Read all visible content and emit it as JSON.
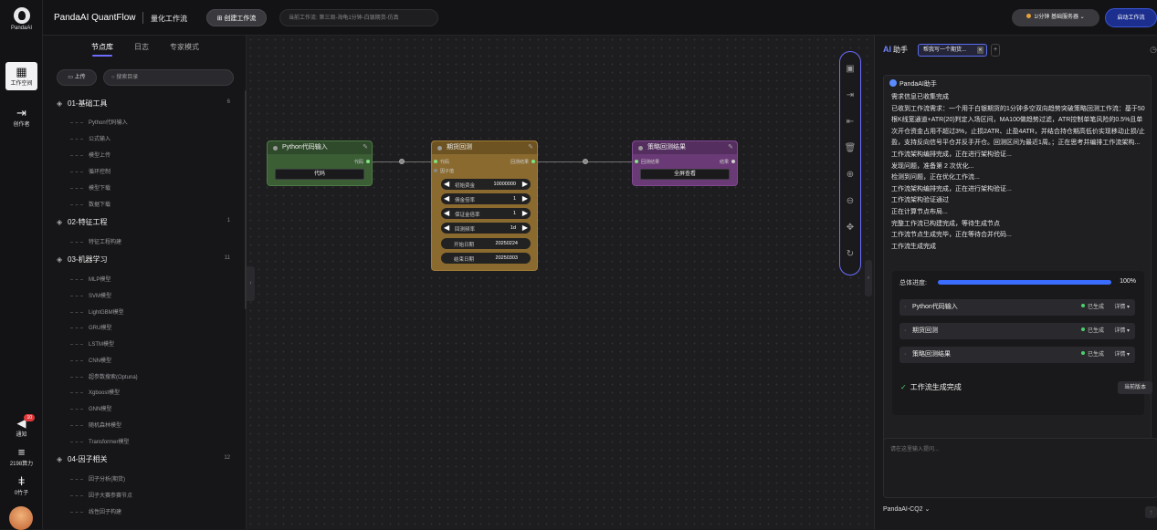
{
  "rail": {
    "logo": "PandaAI",
    "workspace": "工作空间",
    "creator": "创作者",
    "notify": "通知",
    "notify_badge": "10",
    "compute": "2198算力",
    "bamboo": "0竹子"
  },
  "header": {
    "brand": "PandaAI QuantFlow",
    "section": "量化工作流",
    "create": "创建工作流",
    "current_label": "当前工作流:",
    "current_name": "第三周-海龟1分钟-白银期货-仿真",
    "server": "1/分钟 基础服务器",
    "run": "启动工作流"
  },
  "sidebar": {
    "tabs": [
      "节点库",
      "日志",
      "专家模式"
    ],
    "upload": "上传",
    "search_placeholder": "搜索目录",
    "categories": [
      {
        "name": "01-基础工具",
        "count": "6",
        "items": [
          "Python代码输入",
          "公式输入",
          "模型上传",
          "循环控制",
          "模型下载",
          "数据下载"
        ]
      },
      {
        "name": "02-特征工程",
        "count": "1",
        "items": [
          "特征工程构建"
        ]
      },
      {
        "name": "03-机器学习",
        "count": "11",
        "items": [
          "MLP模型",
          "SVM模型",
          "LightGBM模型",
          "GRU模型",
          "LSTM模型",
          "CNN模型",
          "超参数搜索(Optuna)",
          "Xgboost模型",
          "GNN模型",
          "随机森林模型",
          "Transformer模型"
        ]
      },
      {
        "name": "04-因子相关",
        "count": "12",
        "items": [
          "因子分析(期货)",
          "因子大赛参赛节点",
          "线性因子构建"
        ]
      }
    ]
  },
  "nodes": {
    "python": {
      "title": "Python代码输入",
      "out": "代码",
      "button": "代码"
    },
    "backtest": {
      "title": "期货回测",
      "in1": "代码",
      "in2": "因子值",
      "out": "回测结果",
      "params": [
        {
          "label": "初始资金",
          "value": "10000000"
        },
        {
          "label": "佣金倍率",
          "value": "1"
        },
        {
          "label": "保证金倍率",
          "value": "1"
        },
        {
          "label": "回测频率",
          "value": "1d"
        },
        {
          "label": "开始日期",
          "value": "20250224"
        },
        {
          "label": "结束日期",
          "value": "20250303"
        }
      ]
    },
    "result": {
      "title": "策略回测结果",
      "in": "回测结果",
      "out": "结果",
      "button": "全屏查看"
    }
  },
  "ai": {
    "title": "助手",
    "tab": "帮我写一个期货...",
    "sender": "PandaAI助手",
    "lines": [
      "需求信息已收集完成",
      "已收到工作流需求：一个用于白银期货的1分钟多空双向趋势突破策略回测工作流：基于50根K线宽通道+ATR(20)判定入场区间，MA100做趋势过滤，ATR控制单笔风险的0.5%且单次开仓资金占用不超过3%，止损2ATR、止盈4ATR，并结合持仓期高低价实现移动止损/止盈，支持反向信号平仓并反手开仓。回测区间为最近1周。；正在思考并编排工作流架构...",
      "工作流架构编排完成，正在进行架构验证...",
      "发现问题，准备第 2 次优化...",
      "检测到问题，正在优化工作流...",
      "工作流架构编排完成，正在进行架构验证...",
      "工作流架构验证通过",
      "正在计算节点布局...",
      "完整工作流已构建完成，等待生成节点",
      "工作流节点生成完毕，正在等待合并代码...",
      "工作流生成完成"
    ],
    "progress_label": "总体进度:",
    "progress": 1.0,
    "progress_text": "100%",
    "steps": [
      {
        "name": "Python代码输入",
        "status": "已生成",
        "detail": "详情 ▾"
      },
      {
        "name": "期货回测",
        "status": "已生成",
        "detail": "详情 ▾"
      },
      {
        "name": "策略回测结果",
        "status": "已生成",
        "detail": "详情 ▾"
      }
    ],
    "done": "工作流生成完成",
    "version": "当前版本",
    "input_placeholder": "请在这里输入提问...",
    "model": "PandaAI-CQ2 ⌄"
  },
  "colors": {
    "accent": "#3a6cff",
    "python_node": "#3b5e35",
    "backtest_node": "#8a6a2e",
    "result_node": "#6a3a76"
  }
}
